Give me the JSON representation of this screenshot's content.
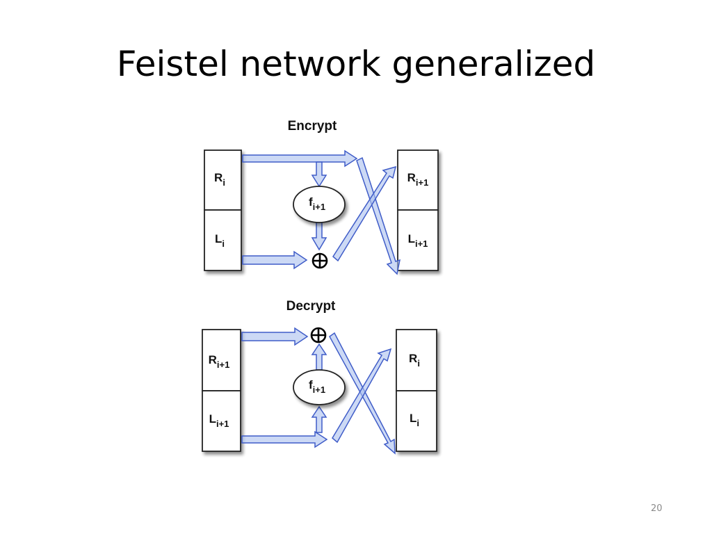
{
  "slide": {
    "title": "Feistel network generalized",
    "page_number": "20"
  },
  "encrypt": {
    "heading": "Encrypt",
    "input_top": {
      "main": "R",
      "sub": "i"
    },
    "input_bottom": {
      "main": "L",
      "sub": "i"
    },
    "function": {
      "main": "f",
      "sub": "i+1"
    },
    "xor_symbol": "⊕",
    "output_top": {
      "main": "R",
      "sub": "i+1"
    },
    "output_bottom": {
      "main": "L",
      "sub": "i+1"
    }
  },
  "decrypt": {
    "heading": "Decrypt",
    "input_top": {
      "main": "R",
      "sub": "i+1"
    },
    "input_bottom": {
      "main": "L",
      "sub": "i+1"
    },
    "function": {
      "main": "f",
      "sub": "i+1"
    },
    "xor_symbol": "⊕",
    "output_top": {
      "main": "R",
      "sub": "i"
    },
    "output_bottom": {
      "main": "L",
      "sub": "i"
    }
  },
  "colors": {
    "arrow_stroke": "#3f5cc8",
    "arrow_fill": "#aac0ef",
    "box_stroke": "#222222"
  }
}
